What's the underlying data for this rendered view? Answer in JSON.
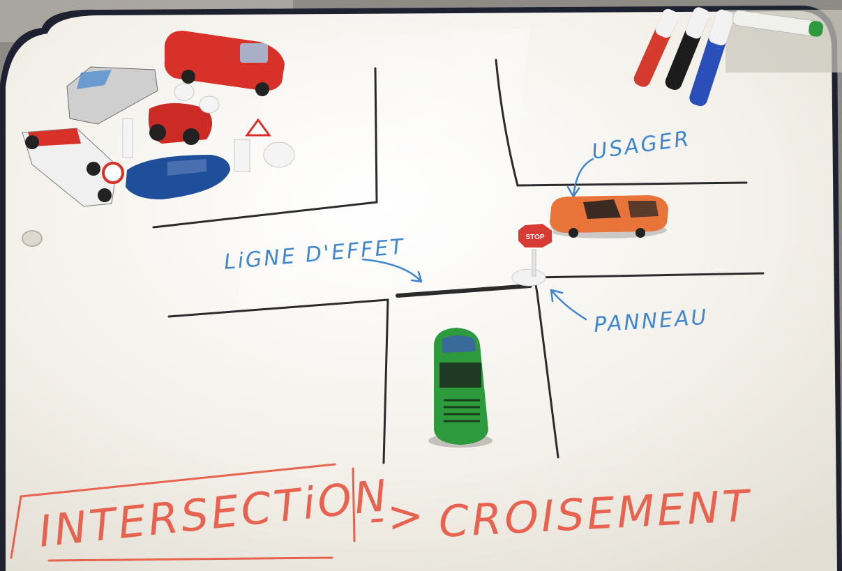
{
  "annotations": {
    "ligne_effet": "LiGNE D'EFFET",
    "usager": "USAGER",
    "panneau": "PANNEAU",
    "stop_sign": "STOP",
    "intersection": "INTERSECTiON",
    "arrow": "->",
    "croisement": "CROISEMENT"
  },
  "colors": {
    "board": "#f4f1ea",
    "frame": "#1e2230",
    "marker_black": "#2b2b2b",
    "marker_blue": "#3f86cf",
    "marker_red": "#e8634f",
    "car_orange": "#e8743a",
    "car_green": "#2e9a3e",
    "car_blue": "#1f4f9a",
    "truck_red": "#d8312a"
  },
  "objects": [
    "whiteboard",
    "road-lines",
    "orange-car",
    "green-car",
    "stop-sign",
    "toy-pile",
    "markers"
  ]
}
